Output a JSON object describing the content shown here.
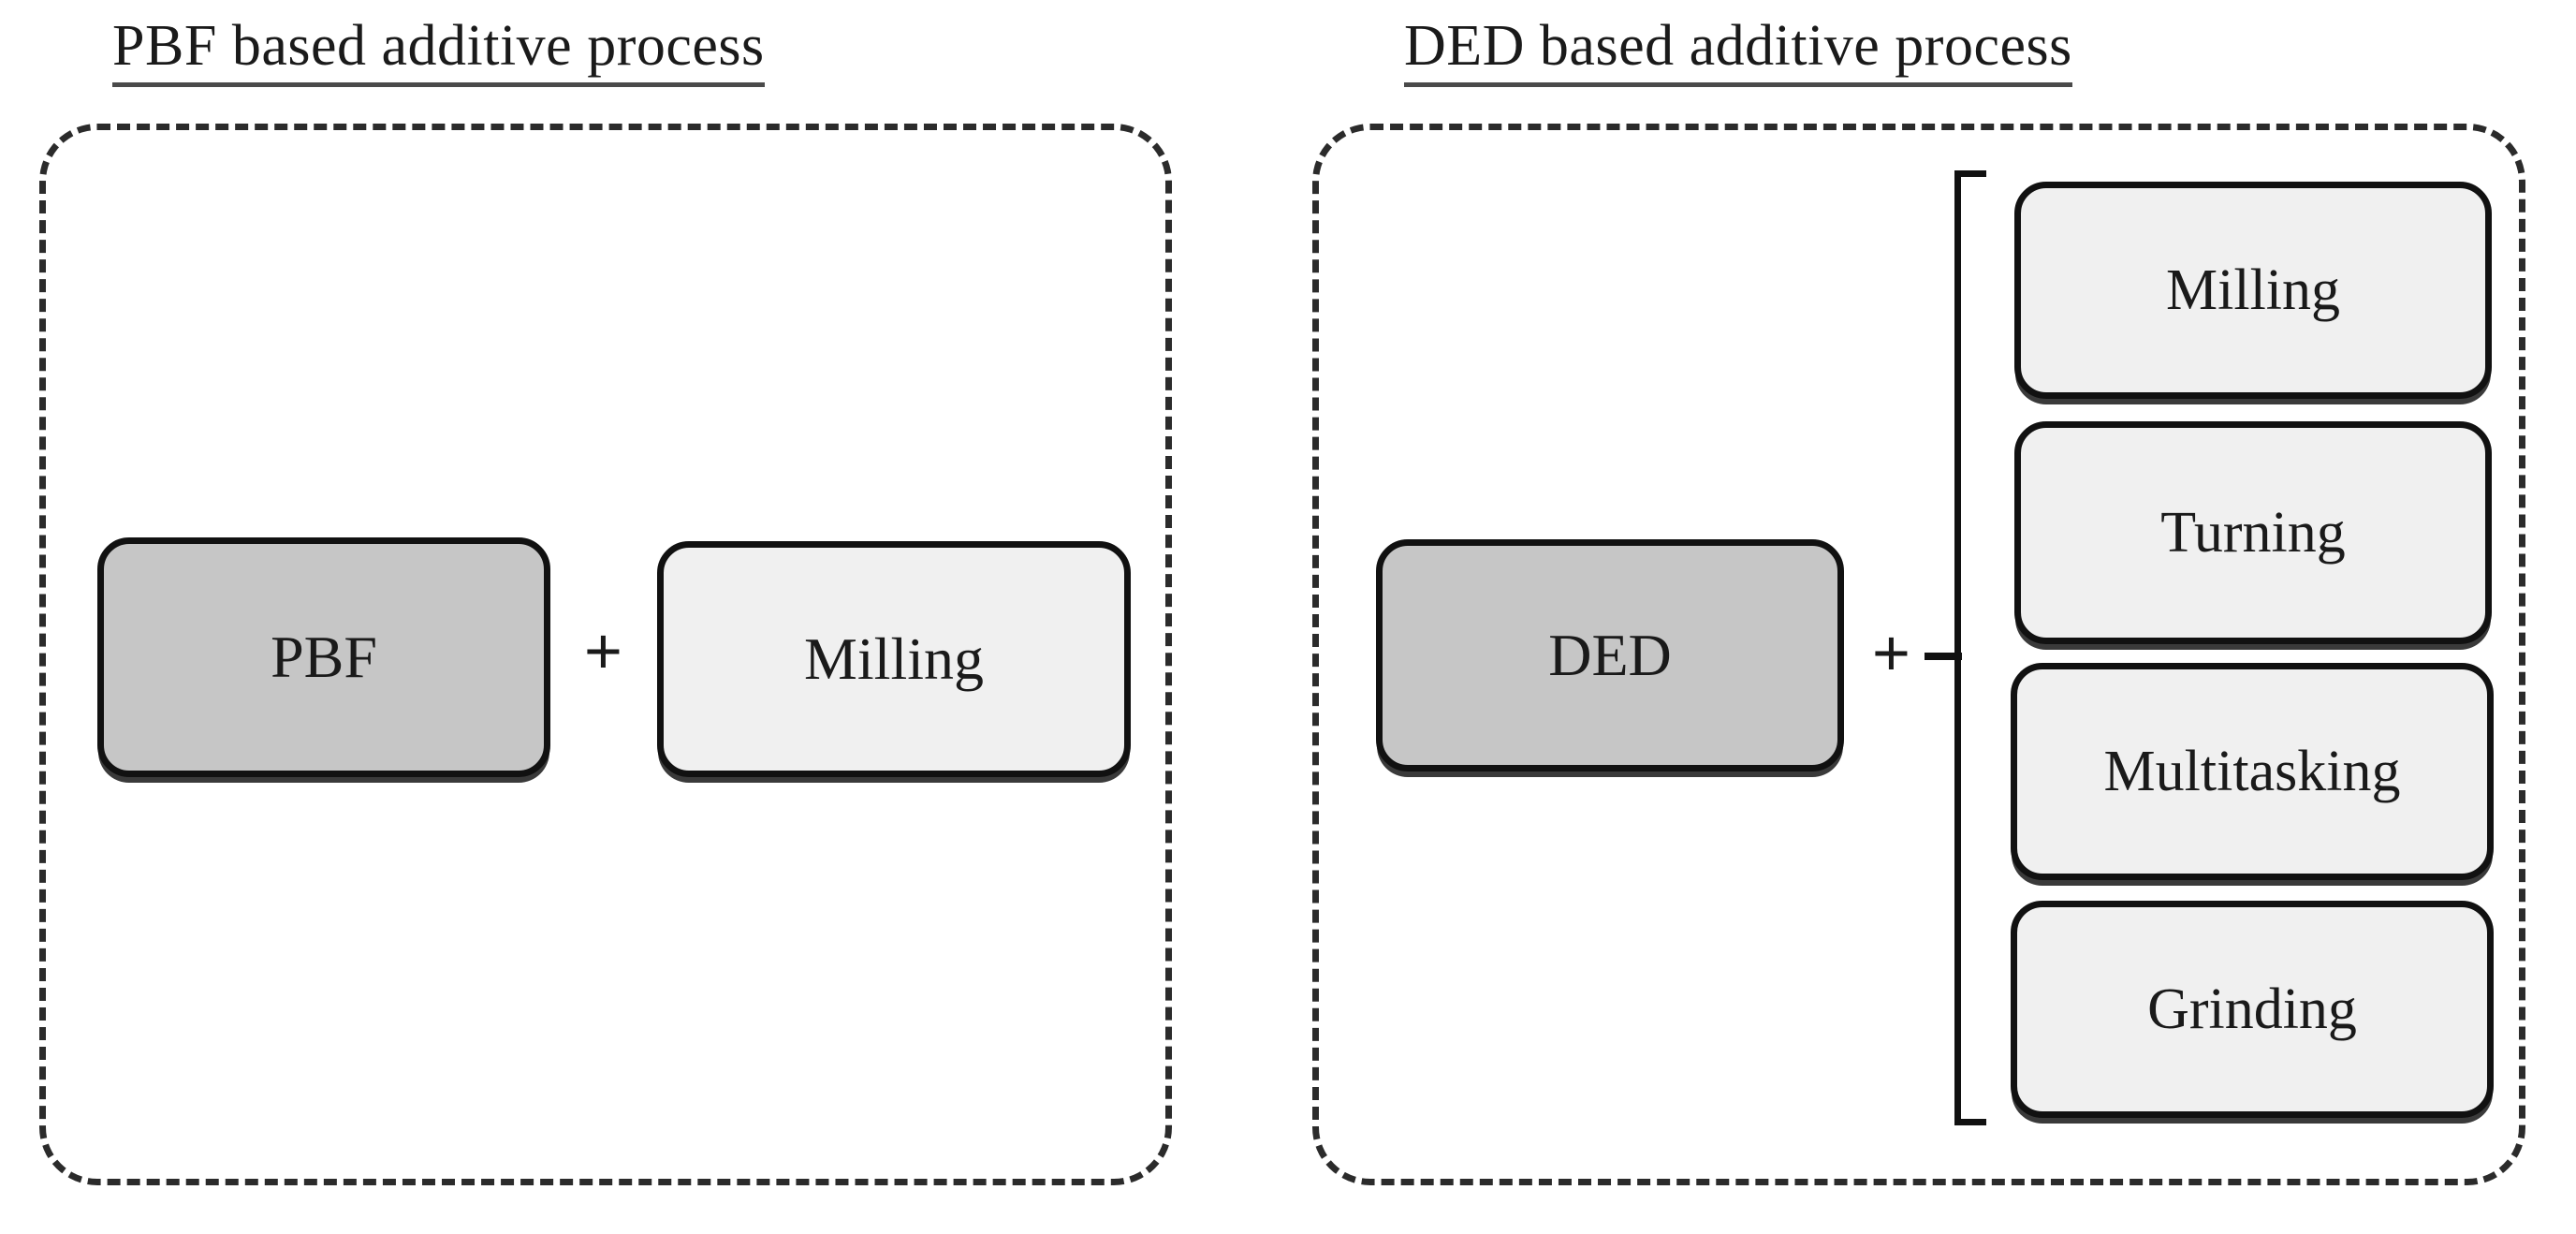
{
  "figure": {
    "panels": [
      {
        "id": "pbf",
        "title": "PBF based additive process",
        "additive_box": {
          "label": "PBF",
          "fill": "#c6c6c6"
        },
        "operator": "+",
        "subtractive_boxes": [
          {
            "label": "Milling",
            "fill": "#f0f0f0"
          }
        ]
      },
      {
        "id": "ded",
        "title": "DED based additive process",
        "additive_box": {
          "label": "DED",
          "fill": "#c6c6c6"
        },
        "operator": "+",
        "subtractive_boxes": [
          {
            "label": "Milling",
            "fill": "#f0f0f0"
          },
          {
            "label": "Turning",
            "fill": "#f0f0f0"
          },
          {
            "label": "Multitasking",
            "fill": "#f0f0f0"
          },
          {
            "label": "Grinding",
            "fill": "#f0f0f0"
          }
        ]
      }
    ],
    "colors": {
      "additive_fill": "#c6c6c6",
      "subtractive_fill": "#f0f0f0",
      "outline": "#111111",
      "dashed_border": "#2b2b2b",
      "text": "#1a1a1a",
      "title_underline": "#4a4a4a",
      "background": "#ffffff"
    }
  }
}
